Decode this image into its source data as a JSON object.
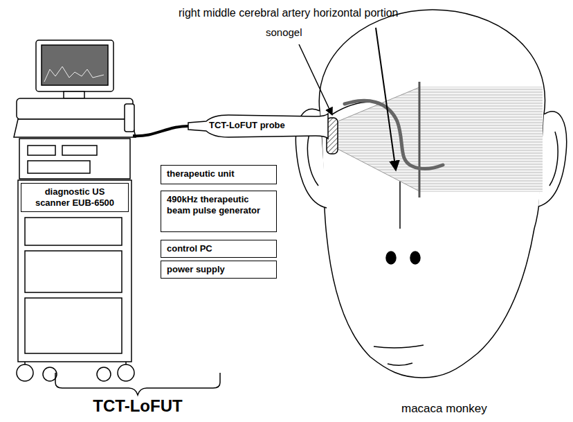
{
  "diagram": {
    "nodes": [
      {
        "text": [
          "TCT-LoFUT probe"
        ]
      },
      {
        "text": [
          "therapeutic unit"
        ]
      },
      {
        "text": [
          "490kHz therapeutic beam pulse generator"
        ]
      },
      {
        "text": [
          "control PC"
        ]
      },
      {
        "text": [
          "power supply"
        ]
      },
      {
        "text": [
          "diagnostic US scanner EUB-6500"
        ]
      }
    ],
    "labels": [
      "right middle cerebral artery horizontal portion",
      "sonogel",
      "TCT-LoFUT",
      "macaca monkey"
    ]
  }
}
